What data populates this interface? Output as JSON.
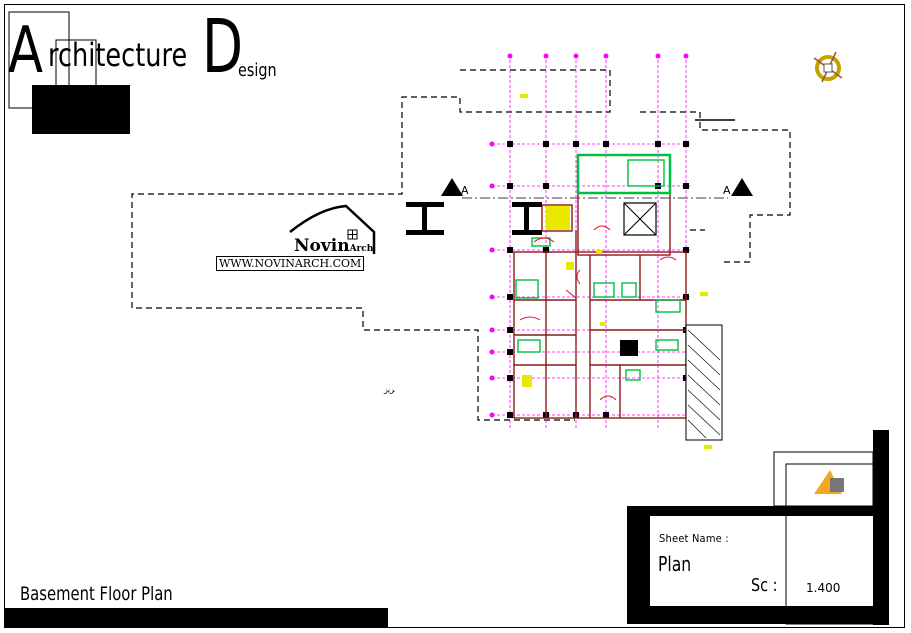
{
  "logo": {
    "letter_a": "A",
    "rchitecture": "rchitecture",
    "letter_d": "D",
    "esign": "esign"
  },
  "watermark": {
    "brand": "Novin",
    "brand_suffix": "Arch",
    "url": "WWW.NOVINARCH.COM"
  },
  "drawing": {
    "title": "Basement Floor Plan",
    "section_marker_left": "A",
    "section_marker_right": "A",
    "misc_note": "ﺮﻳﺯ"
  },
  "title_block": {
    "sheet_name_label": "Sheet Name :",
    "sheet_name_value": "Plan",
    "scale_label": "Sc :",
    "scale_value": "1.400"
  },
  "colors": {
    "grid_magenta": "#ff00ff",
    "wall_red": "#e0102a",
    "furniture_green": "#00c040",
    "annotation_yellow": "#e8e800",
    "logo_orange": "#f5a623"
  }
}
